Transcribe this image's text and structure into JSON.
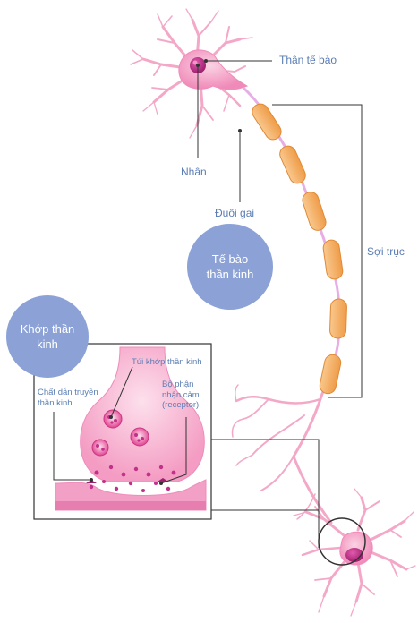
{
  "labels": {
    "soma": "Thân tế bào",
    "nucleus": "Nhân",
    "dendrite": "Đuôi gai",
    "axon": "Sợi trục",
    "vesicle": "Túi khớp thần kinh",
    "neurotransmitter_line1": "Chất dẫn truyền",
    "neurotransmitter_line2": "thần kinh",
    "receptor_line1": "Bộ phận",
    "receptor_line2": "nhận cảm",
    "receptor_line3": "(receptor)"
  },
  "bubbles": {
    "neuron_line1": "Tế bào",
    "neuron_line2": "thần kinh",
    "synapse_line1": "Khớp thần",
    "synapse_line2": "kinh"
  },
  "colors": {
    "neuron_pink": "#f4a8c8",
    "nucleus_magenta": "#c2308a",
    "myelin_orange": "#f6b36b",
    "bubble_blue": "#8ca2d6",
    "label_blue": "#5a7db4"
  }
}
